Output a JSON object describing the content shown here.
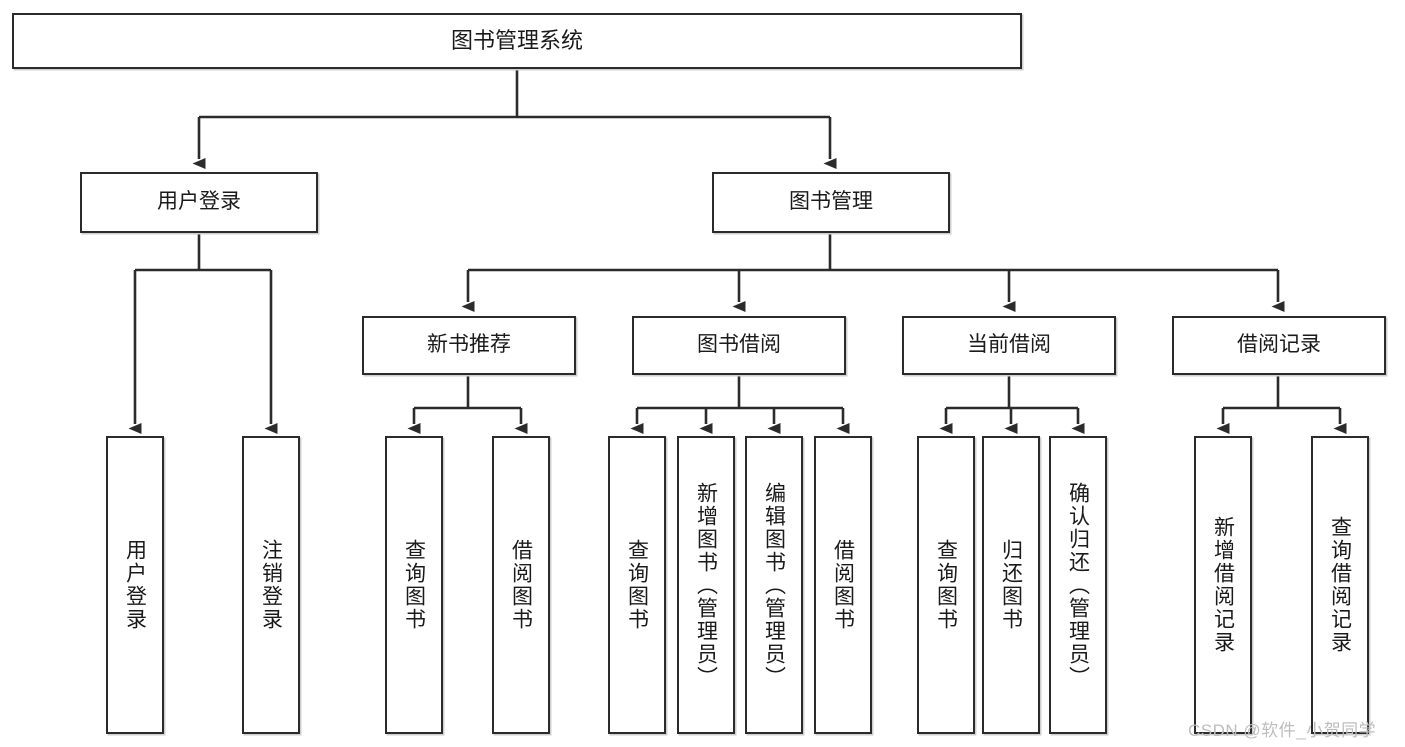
{
  "diagram": {
    "title": "图书管理系统",
    "type": "tree-structure-chart",
    "watermark": "CSDN @软件_小贺同学",
    "colors": {
      "background": "#ffffff",
      "stroke": "#2b2b2b",
      "node_fill": "#ffffff",
      "text": "#1a1a1a",
      "watermark": "#bdbdbd"
    },
    "levels": {
      "root": "图书管理系统",
      "level2": [
        "用户登录",
        "图书管理"
      ],
      "level3": [
        "新书推荐",
        "图书借阅",
        "当前借阅",
        "借阅记录"
      ]
    },
    "nodes": {
      "root": {
        "label": "图书管理系统"
      },
      "user_login": {
        "label": "用户登录"
      },
      "book_manage": {
        "label": "图书管理"
      },
      "new_book_rec": {
        "label": "新书推荐"
      },
      "book_borrow": {
        "label": "图书借阅"
      },
      "current_borrow": {
        "label": "当前借阅"
      },
      "borrow_record": {
        "label": "借阅记录"
      },
      "leaf_user_login": {
        "label": "用户登录"
      },
      "leaf_logout": {
        "label": "注销登录"
      },
      "leaf_query_book_1": {
        "label": "查询图书"
      },
      "leaf_borrow_book_1": {
        "label": "借阅图书"
      },
      "leaf_query_book_2": {
        "label": "查询图书"
      },
      "leaf_add_book": {
        "label": "新增图书（管理员）"
      },
      "leaf_edit_book": {
        "label": "编辑图书（管理员）"
      },
      "leaf_borrow_book_2": {
        "label": "借阅图书"
      },
      "leaf_query_book_3": {
        "label": "查询图书"
      },
      "leaf_return_book": {
        "label": "归还图书"
      },
      "leaf_confirm_return": {
        "label": "确认归还（管理员）"
      },
      "leaf_add_record": {
        "label": "新增借阅记录"
      },
      "leaf_query_record": {
        "label": "查询借阅记录"
      }
    }
  }
}
